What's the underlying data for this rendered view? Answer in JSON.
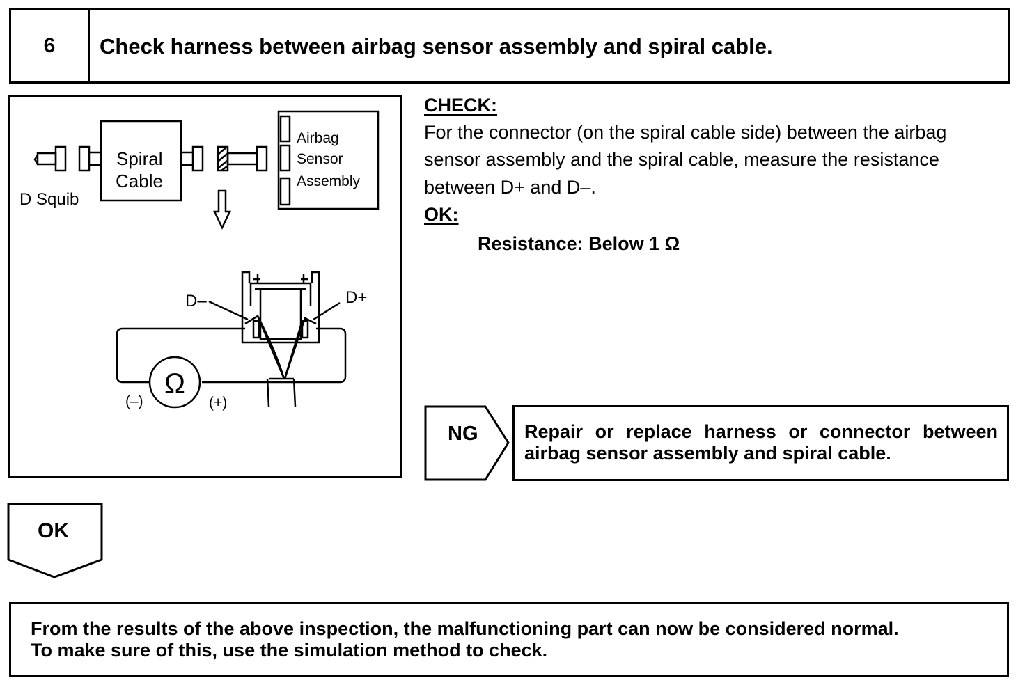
{
  "step": {
    "number": "6",
    "title": "Check harness between airbag sensor assembly and spiral cable."
  },
  "diagram": {
    "spiral_cable_line1": "Spiral",
    "spiral_cable_line2": "Cable",
    "d_squib": "D Squib",
    "airbag_sensor_line1": "Airbag",
    "airbag_sensor_line2": "Sensor",
    "airbag_sensor_line3": "Assembly",
    "d_minus": "D–",
    "d_plus": "D+",
    "ohmmeter_symbol": "Ω",
    "ohmmeter_negative": "(–)",
    "ohmmeter_positive": "(+)"
  },
  "check": {
    "heading": "CHECK:",
    "lines": [
      "For the connector (on the spiral cable side) between the airbag",
      "sensor assembly and the spiral cable, measure the resistance",
      "between D+ and D–."
    ],
    "ok_heading": "OK:",
    "spec": "Resistance: Below 1 Ω"
  },
  "ng": {
    "label": "NG",
    "action": "Repair or replace harness or connector between airbag sensor assembly and spiral cable."
  },
  "ok": {
    "label": "OK"
  },
  "result": {
    "lines": [
      "From the results of the above inspection, the malfunctioning part can now be considered normal.",
      "To make sure of this, use the simulation method to check."
    ]
  }
}
